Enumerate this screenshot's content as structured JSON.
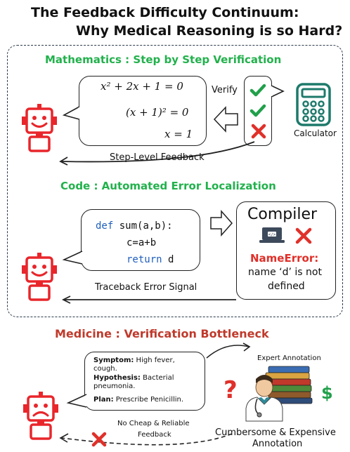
{
  "title": {
    "line1": "The Feedback Difficulty Continuum:",
    "line2": "Why Medical Reasoning is so Hard?"
  },
  "math_section": {
    "heading": "Mathematics : Step by Step Verification",
    "equations": [
      "x² + 2x + 1 = 0",
      "(x + 1)² = 0",
      "x = 1"
    ],
    "verify_label": "Verify",
    "calculator_label": "Calculator",
    "feedback_label": "Step-Level Feedback",
    "checks": [
      "check",
      "check",
      "cross"
    ]
  },
  "code_section": {
    "heading": "Code : Automated Error Localization",
    "code_lines": [
      {
        "kw": "def",
        "rest": " sum(a,b):"
      },
      {
        "kw": "",
        "rest": "c=a+b"
      },
      {
        "kw": "return",
        "rest": " d"
      }
    ],
    "compiler_title": "Compiler",
    "error_name": "NameError:",
    "error_msg_line1": "name ‘d’ is not",
    "error_msg_line2": "defined",
    "feedback_label": "Traceback Error Signal"
  },
  "medicine_section": {
    "heading": "Medicine : Verification Bottleneck",
    "symptom_label": "Symptom:",
    "symptom_text": " High fever, cough.",
    "hypothesis_label": "Hypothesis:",
    "hypothesis_text": " Bacterial pneumonia.",
    "plan_label": "Plan:",
    "plan_text": " Prescribe Penicillin.",
    "expert_label": "Expert Annotation",
    "cost_label_line1": "Cumbersome & Expensive",
    "cost_label_line2": "Annotation",
    "feedback_line1": "No Cheap & Reliable",
    "feedback_line2": "Feedback",
    "question_mark": "?",
    "dollar": "$"
  },
  "colors": {
    "robot_red": "#e8262b",
    "check_green": "#21a04a",
    "cross_red": "#e0302a",
    "heading_green": "#22b14c",
    "heading_red": "#c0392b",
    "calculator_teal": "#1d7a6b"
  },
  "icons": [
    "robot-happy-icon",
    "robot-sad-icon",
    "calculator-icon",
    "laptop-code-icon",
    "doctor-icon",
    "books-icon",
    "check-icon",
    "cross-icon"
  ]
}
